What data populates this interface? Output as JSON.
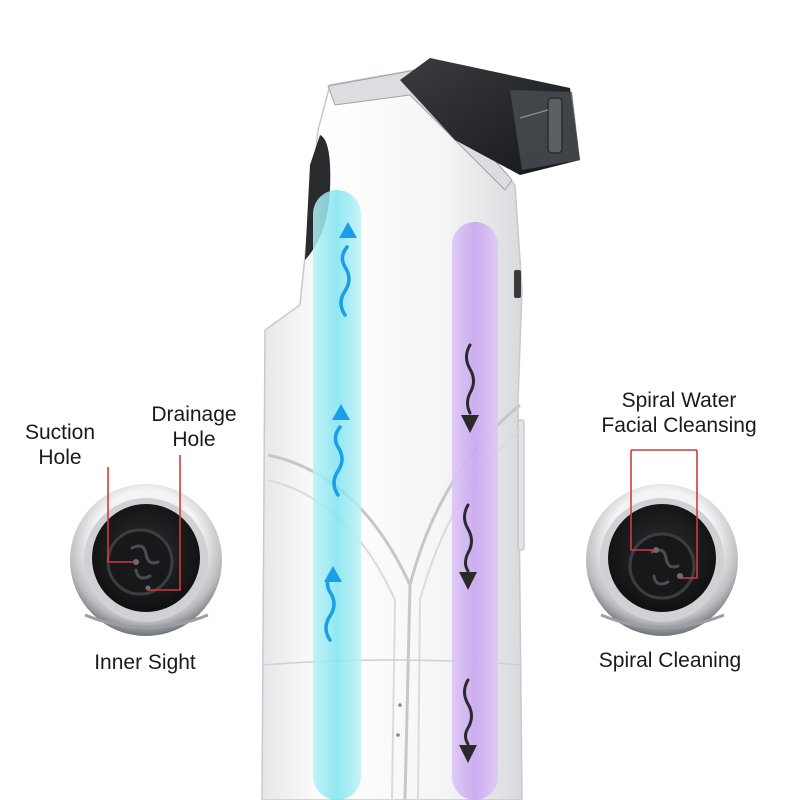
{
  "labels": {
    "suction_line1": "Suction",
    "suction_line2": "Hole",
    "drainage_line1": "Drainage",
    "drainage_line2": "Hole",
    "spiral_water_line1": "Spiral Water",
    "spiral_water_line2": "Facial Cleansing",
    "inner_sight": "Inner Sight",
    "spiral_cleaning": "Spiral Cleaning"
  },
  "colors": {
    "suction_flow": "#7fe3f0",
    "drain_flow": "#c9a6f0",
    "arrow_up": "#1a9ee8",
    "arrow_down": "#2a2a2a",
    "callout_line": "#d23b3b",
    "device_body": "#f7f7f8",
    "nozzle": "#2d2f33"
  }
}
